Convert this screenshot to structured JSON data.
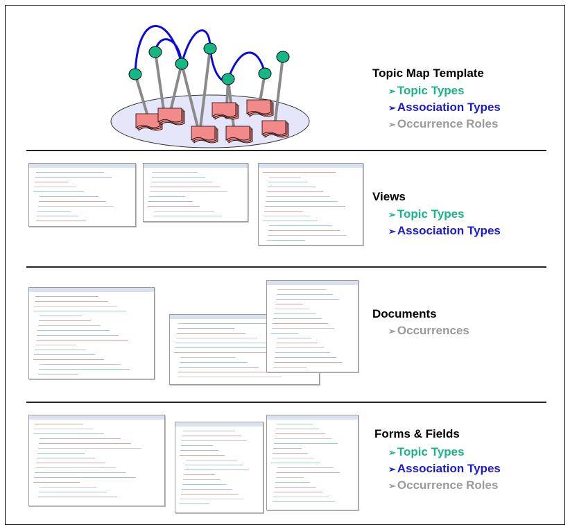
{
  "sections": [
    {
      "title": "Topic Map Template",
      "items": [
        {
          "label": "Topic Types",
          "kind": "topic"
        },
        {
          "label": "Association Types",
          "kind": "assoc"
        },
        {
          "label": "Occurrence Roles",
          "kind": "occ"
        }
      ]
    },
    {
      "title": "Views",
      "items": [
        {
          "label": "Topic Types",
          "kind": "topic"
        },
        {
          "label": "Association Types",
          "kind": "assoc"
        }
      ]
    },
    {
      "title": "Documents",
      "items": [
        {
          "label": "Occurrences",
          "kind": "occ"
        }
      ]
    },
    {
      "title": "Forms & Fields",
      "items": [
        {
          "label": "Topic Types",
          "kind": "topic"
        },
        {
          "label": "Association Types",
          "kind": "assoc"
        },
        {
          "label": "Occurrence Roles",
          "kind": "occ"
        }
      ]
    }
  ],
  "bullet_glyph": "➢",
  "colors": {
    "topic": "#1ab38a",
    "assoc": "#1a1acc",
    "occ": "#9a9a9a",
    "topic_node": "#14b887",
    "doc_card": "#f28a8a",
    "ellipse_fill": "#e6e6fa",
    "association_arc": "#0a0ae0",
    "occurrence_line": "#8a8a8a"
  }
}
